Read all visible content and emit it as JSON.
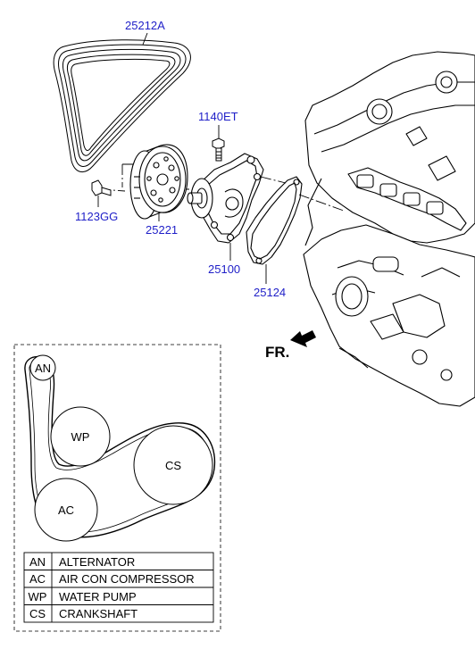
{
  "parts": {
    "belt": "25212A",
    "bolt_top": "1140ET",
    "bolt_left": "1123GG",
    "pulley": "25221",
    "pump": "25100",
    "gasket": "25124"
  },
  "direction_label": "FR.",
  "routing": {
    "pulleys": [
      {
        "code": "AN",
        "name": "ALTERNATOR"
      },
      {
        "code": "WP",
        "name": "WATER PUMP"
      },
      {
        "code": "CS",
        "name": "CRANKSHAFT"
      },
      {
        "code": "AC",
        "name": "AIR CON COMPRESSOR"
      }
    ],
    "legend": [
      {
        "code": "AN",
        "name": "ALTERNATOR"
      },
      {
        "code": "AC",
        "name": "AIR CON COMPRESSOR"
      },
      {
        "code": "WP",
        "name": "WATER PUMP"
      },
      {
        "code": "CS",
        "name": "CRANKSHAFT"
      }
    ]
  },
  "colors": {
    "part_link": "#1f1fc8",
    "line": "#000000"
  }
}
